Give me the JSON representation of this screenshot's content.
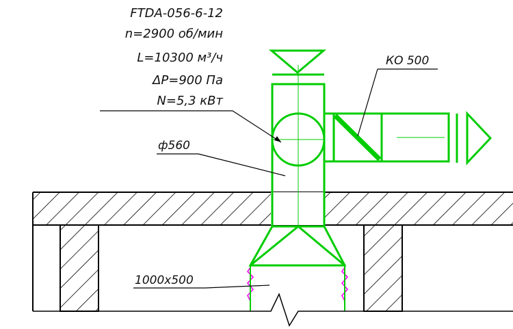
{
  "fan_spec": {
    "model": "FTDA-056-6-12",
    "speed": "n=2900 об/мин",
    "airflow": "L=10300 м³/ч",
    "pressure": "ΔP=900 Па",
    "power": "N=5,3 кВт"
  },
  "labels": {
    "valve": "КО 500",
    "duct_round": "ф560",
    "duct_rect": "1000х500"
  },
  "colors": {
    "equipment": "#00cc00",
    "structure": "#000000",
    "flex_connector": "#ff00ff"
  }
}
